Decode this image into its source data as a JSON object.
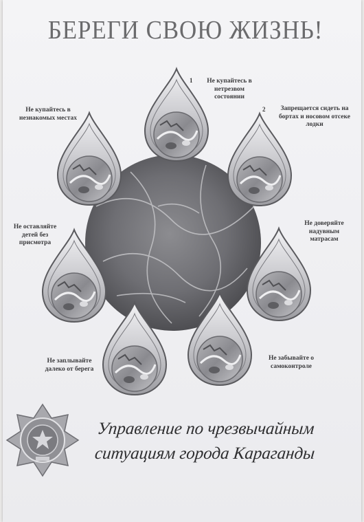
{
  "poster": {
    "title": "БЕРЕГИ СВОЮ ЖИЗНЬ!",
    "rules": [
      {
        "number": "1",
        "text": "Не купайтесь в нетрезвом состоянии"
      },
      {
        "number": "2",
        "text": "Запрещается сидеть на бортах и носовом отсеке лодки"
      },
      {
        "number": "",
        "text": "Не доверяйте надувным матрасам"
      },
      {
        "number": "",
        "text": "Не забывайте о самоконтроле"
      },
      {
        "number": "",
        "text": "Не заплывайте далеко от берега"
      },
      {
        "number": "",
        "text": "Не оставляйте детей без присмотра"
      },
      {
        "number": "",
        "text": "Не купайтесь в незнакомых местах"
      }
    ],
    "footer": {
      "line1": "Управление по чрезвычайным",
      "line2": "ситуациям города Караганды"
    },
    "emblem_icon": "emergency-services-star-emblem-icon"
  }
}
